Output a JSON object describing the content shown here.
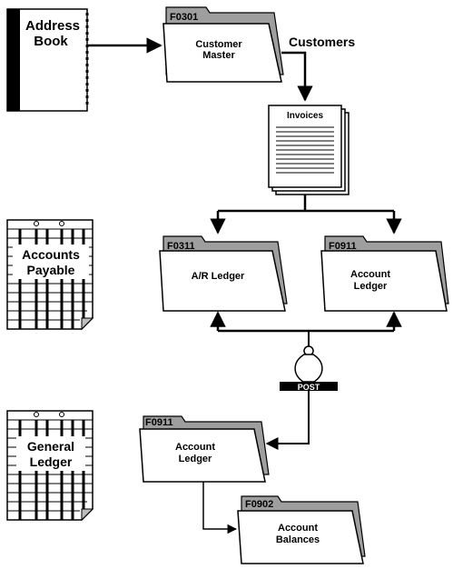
{
  "address_book": {
    "line1": "Address",
    "line2": "Book"
  },
  "customer_master": {
    "code": "F0301",
    "line1": "Customer",
    "line2": "Master"
  },
  "customers_label": "Customers",
  "invoices": {
    "label": "Invoices"
  },
  "ar_ledger": {
    "code": "F0311",
    "label": "A/R  Ledger"
  },
  "account_ledger_top": {
    "code": "F0911",
    "line1": "Account",
    "line2": "Ledger"
  },
  "post_label": "POST",
  "account_ledger_bottom": {
    "code": "F0911",
    "line1": "Account",
    "line2": "Ledger"
  },
  "account_balances": {
    "code": "F0902",
    "line1": "Account",
    "line2": "Balances"
  },
  "accounts_payable": {
    "line1": "Accounts",
    "line2": "Payable"
  },
  "general_ledger": {
    "line1": "General",
    "line2": "Ledger"
  }
}
